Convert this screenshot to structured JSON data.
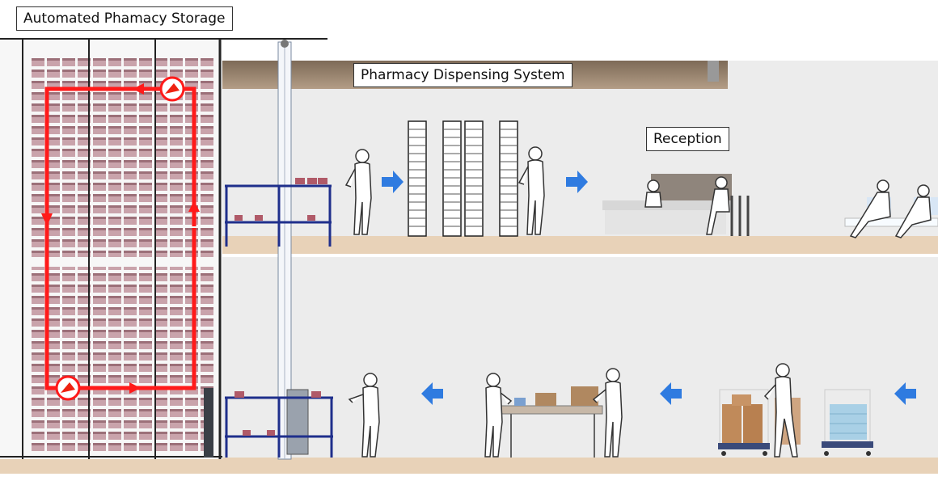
{
  "labels": {
    "storage": "Automated Phamacy Storage",
    "dispensing": "Pharmacy Dispensing System",
    "reception": "Reception"
  },
  "colors": {
    "loop": "#ff1a1a",
    "flow_arrow": "#2f7be0",
    "floor": "#e8d2b8",
    "wall": "#ececec",
    "ceiling": "#8c7762",
    "rack_blue": "#1f2f8c",
    "bins": "#c7a5ad"
  },
  "icons": {
    "flow": "blue-arrow-icon",
    "robot": "shuttle-robot-icon",
    "person": "person-silhouette-icon"
  },
  "flow": {
    "upper": "left-to-right",
    "lower": "right-to-left"
  }
}
